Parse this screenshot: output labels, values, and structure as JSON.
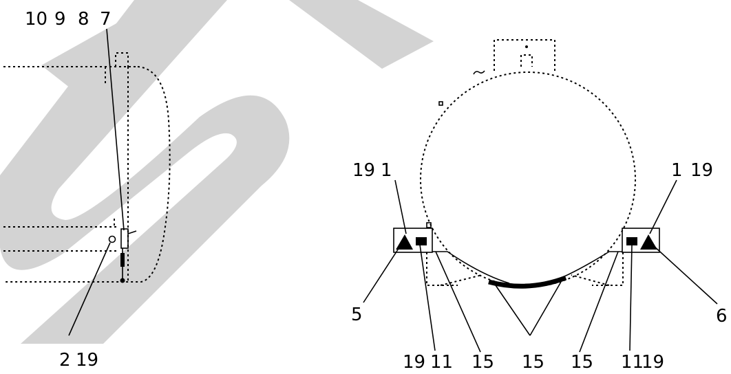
{
  "side_view": {
    "top_labels": [
      "10",
      "9",
      "8",
      "7"
    ],
    "bottom_label_a": "2",
    "bottom_label_b": "19"
  },
  "front_view": {
    "left_top_19": "19",
    "left_top_1": "1",
    "right_top_1": "1",
    "right_top_19": "19",
    "left_5": "5",
    "right_6": "6",
    "bottom_labels": [
      "19",
      "11",
      "15",
      "15",
      "15",
      "11",
      "19"
    ]
  },
  "colors": {
    "watermark": "#d3d3d3",
    "ink": "#000000"
  }
}
